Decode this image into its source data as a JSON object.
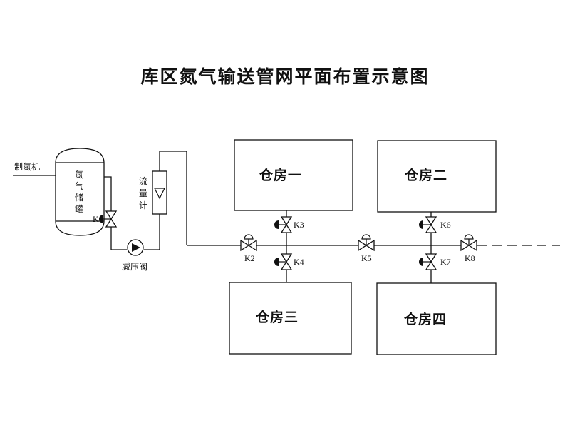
{
  "title": "库区氮气输送管网平面布置示意图",
  "source": {
    "label": "制氮机"
  },
  "tank": {
    "chars": [
      "氮",
      "气",
      "储",
      "罐"
    ]
  },
  "flowmeter": {
    "chars": [
      "流",
      "量",
      "计"
    ]
  },
  "pressure_valve": {
    "label": "减压阀"
  },
  "warehouses": [
    "仓房一",
    "仓房二",
    "仓房三",
    "仓房四"
  ],
  "valves": [
    "K1",
    "K2",
    "K3",
    "K4",
    "K5",
    "K6",
    "K7",
    "K8"
  ]
}
